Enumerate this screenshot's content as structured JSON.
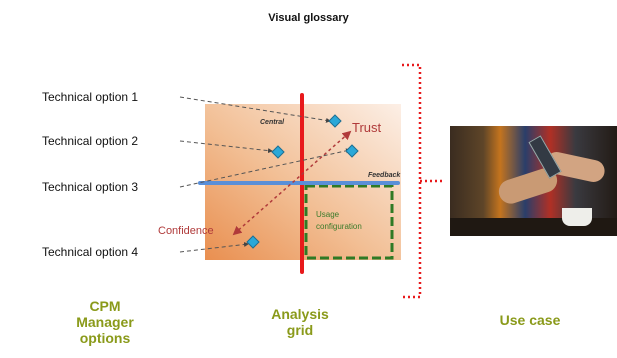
{
  "title": "Visual glossary",
  "options": [
    {
      "label": "Technical option 1"
    },
    {
      "label": "Technical option 2"
    },
    {
      "label": "Technical option 3"
    },
    {
      "label": "Technical option 4"
    }
  ],
  "grid": {
    "central_label": "Central",
    "feedback_label": "Feedback",
    "trust_label": "Trust",
    "confidence_label": "Confidence",
    "usage_label_line1": "Usage",
    "usage_label_line2": "configuration"
  },
  "headings": {
    "options_line1": "CPM",
    "options_line2": "Manager",
    "options_line3": "options",
    "grid_line1": "Analysis",
    "grid_line2": "grid",
    "use_case": "Use case"
  },
  "colors": {
    "red_axis": "#e8191b",
    "blue_axis": "#5a8fd8",
    "usage_box": "#2f7a25",
    "heading": "#8a9a1a",
    "arrow": "#b03a3a",
    "diamond": "#2aa8d8"
  },
  "icons": {
    "marker": "diamond-marker-icon",
    "photo": "payment-photo"
  }
}
